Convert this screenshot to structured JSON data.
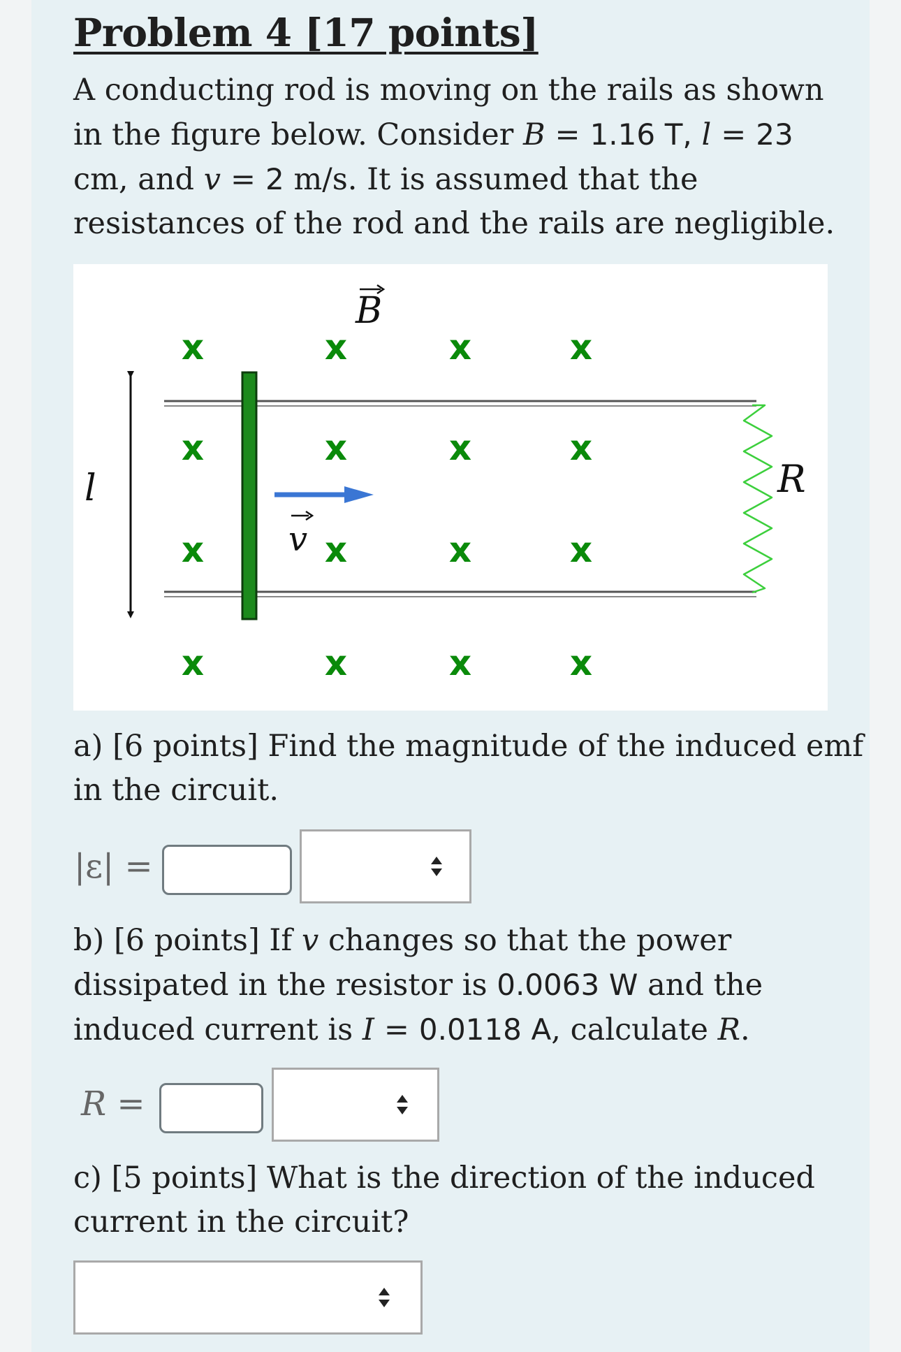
{
  "problem": {
    "title": "Problem 4 [17 points]",
    "intro": {
      "line1": "A conducting rod is moving on the rails as shown",
      "line2_text": "in the figure below. Consider ",
      "B_symbol": "B",
      "eq": "=",
      "B_value": "1.16",
      "T_unit": "T,",
      "l_symbol": "l",
      "l_value": "23",
      "line3_unit": "cm, and ",
      "v_symbol": "v",
      "v_value": "2",
      "line3_rest": "m/s. It is assumed that the",
      "line4": "resistances of the rod and the rails are negligible."
    }
  },
  "figure": {
    "field_label": "B",
    "velocity_label": "v",
    "length_label": "l",
    "resistor_label": "R",
    "cross_mark": "x",
    "colors": {
      "cross": "#0a8a0a",
      "rod": "#1c8a1c",
      "velocity_arrow": "#3a76d4",
      "resistor": "#3ccf3c",
      "rail": "#555555"
    }
  },
  "part_a": {
    "line1": "a) [6 points] Find the magnitude of the induced emf",
    "line2": "in the circuit.",
    "label": "|ε| =",
    "input_value": "",
    "unit_selected": ""
  },
  "part_b": {
    "line1_pre": "b) [6 points] If ",
    "v_symbol": "v",
    "line1_post": " changes so that the power",
    "line2_pre": "dissipated in the resistor is ",
    "power_value": "0.0063",
    "power_unit": "W",
    "line2_post": " and the",
    "line3_pre": "induced current is ",
    "I_symbol": "I",
    "eq": "=",
    "current_value": "0.0118",
    "current_unit": "A",
    "line3_mid": ", calculate ",
    "R_symbol": "R",
    "line3_end": ".",
    "label": "R =",
    "input_value": "",
    "unit_selected": ""
  },
  "part_c": {
    "line1": "c) [5 points] What is the direction of the induced",
    "line2": "current in the circuit?",
    "direction_selected": ""
  }
}
